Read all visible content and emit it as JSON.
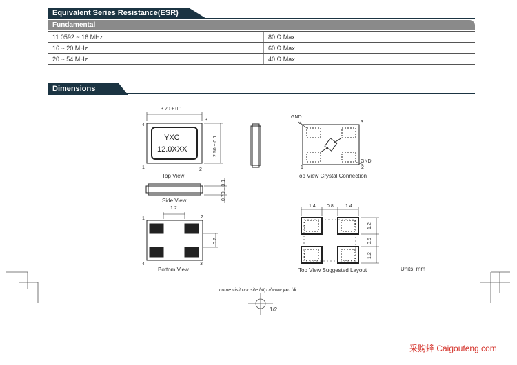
{
  "esr_section": {
    "title": "Equivalent Series Resistance(ESR)",
    "subheader": "Fundamental",
    "rows": [
      {
        "freq": "11.0592 ~ 16 MHz",
        "esr": "80 Ω Max."
      },
      {
        "freq": "16 ~ 20 MHz",
        "esr": "60 Ω Max."
      },
      {
        "freq": "20 ~ 54 MHz",
        "esr": "40 Ω Max."
      }
    ]
  },
  "dimensions_section": {
    "title": "Dimensions",
    "top_view": {
      "width_dim": "3.20 ± 0.1",
      "height_dim": "2.50 ± 0.1",
      "marking_line1": "YXC",
      "marking_line2": "12.0XXX",
      "pin1": "1",
      "pin2": "2",
      "pin3": "3",
      "pin4": "4",
      "caption": "Top  View"
    },
    "side_view": {
      "thickness_dim": "0.70 ± 0.1",
      "caption": "Side  View"
    },
    "bottom_view": {
      "pad_width_dim": "1.2",
      "pad_gap_dim": "0.7",
      "pin1": "1",
      "pin2": "2",
      "pin3": "3",
      "pin4": "4",
      "caption": "Bottom  View"
    },
    "connection": {
      "gnd_top": "GND",
      "gnd_bottom": "GND",
      "pin1": "1",
      "pin2": "2",
      "pin3": "3",
      "pin4": "4",
      "caption": "Top View Crystal Connection"
    },
    "layout": {
      "dim_left": "1.4",
      "dim_mid": "0.8",
      "dim_right": "1.4",
      "dim_pad_top": "1.2",
      "dim_gap": "0.5",
      "dim_pad_bottom": "1.2",
      "caption": "Top View  Suggested Layout"
    },
    "units": "Units: mm"
  },
  "footer": {
    "site_text": "come visit our site http://www.yxc.hk",
    "page": "1/2",
    "watermark": "采购蜂 Caigoufeng.com"
  },
  "colors": {
    "section_bar": "#1b3442",
    "subheader_bar": "#8a8a8a",
    "watermark": "#d4322a"
  }
}
